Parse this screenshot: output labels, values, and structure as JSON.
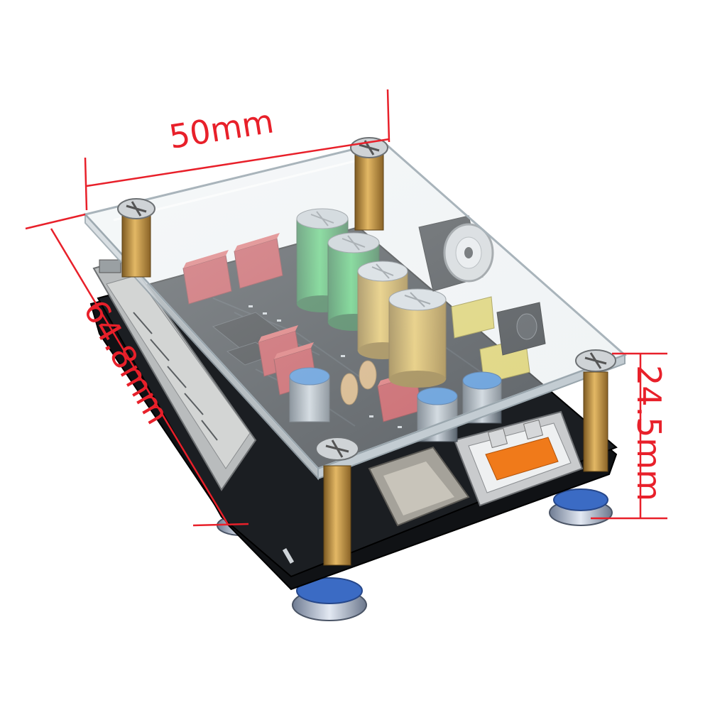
{
  "dimensions": {
    "width_label": "50mm",
    "length_label": "64.8mm",
    "height_label": "24.5mm"
  },
  "colors": {
    "dimension_lines": "#e8202a",
    "pcb": "#15171a",
    "acrylic": "#dfe6ea",
    "brass": "#b8863a"
  },
  "components": {
    "red_capacitor": "red film capacitor",
    "green_capacitor": "green electrolytic capacitor",
    "gold_capacitor": "gold electrolytic capacitor",
    "blue_capacitor": "blue electrolytic capacitor",
    "usb_port": "USB-A port",
    "rca_jack": "RCA jack",
    "audio_jack": "3.5mm audio jack",
    "sd_slot": "micro SD slot"
  }
}
